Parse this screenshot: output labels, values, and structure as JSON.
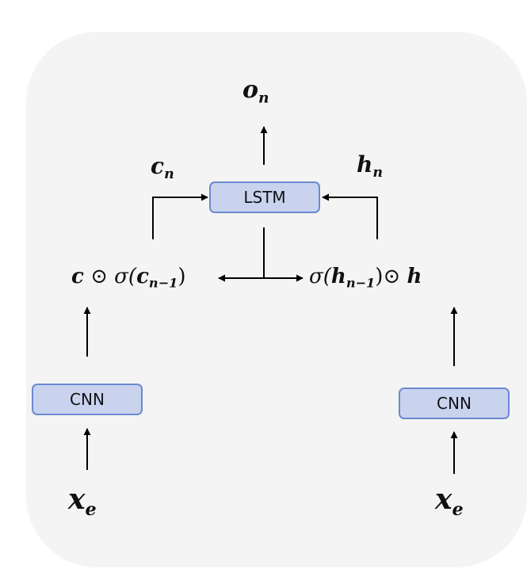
{
  "nodes": {
    "lstm_label": "LSTM",
    "cnn_left_label": "CNN",
    "cnn_right_label": "CNN"
  },
  "labels": {
    "output": {
      "main": "o",
      "sub": "n"
    },
    "cell": {
      "main": "c",
      "sub": "n"
    },
    "hidden": {
      "main": "h",
      "sub": "n"
    },
    "input_left": {
      "main": "x",
      "sub": "e"
    },
    "input_right": {
      "main": "x",
      "sub": "e"
    },
    "left_expr": {
      "var": "c",
      "op": "⊙",
      "fn": "σ(",
      "arg": "c",
      "arg_sub": "n−1",
      "close": ")"
    },
    "right_expr": {
      "fn": "σ(",
      "arg": "h",
      "arg_sub": "n−1",
      "close": ")",
      "op": "⊙",
      "var": "h"
    }
  },
  "colors": {
    "panel": "#f4f4f4",
    "box_fill": "#c9d3ee",
    "box_border": "#6a8ad0",
    "line": "#000000"
  }
}
